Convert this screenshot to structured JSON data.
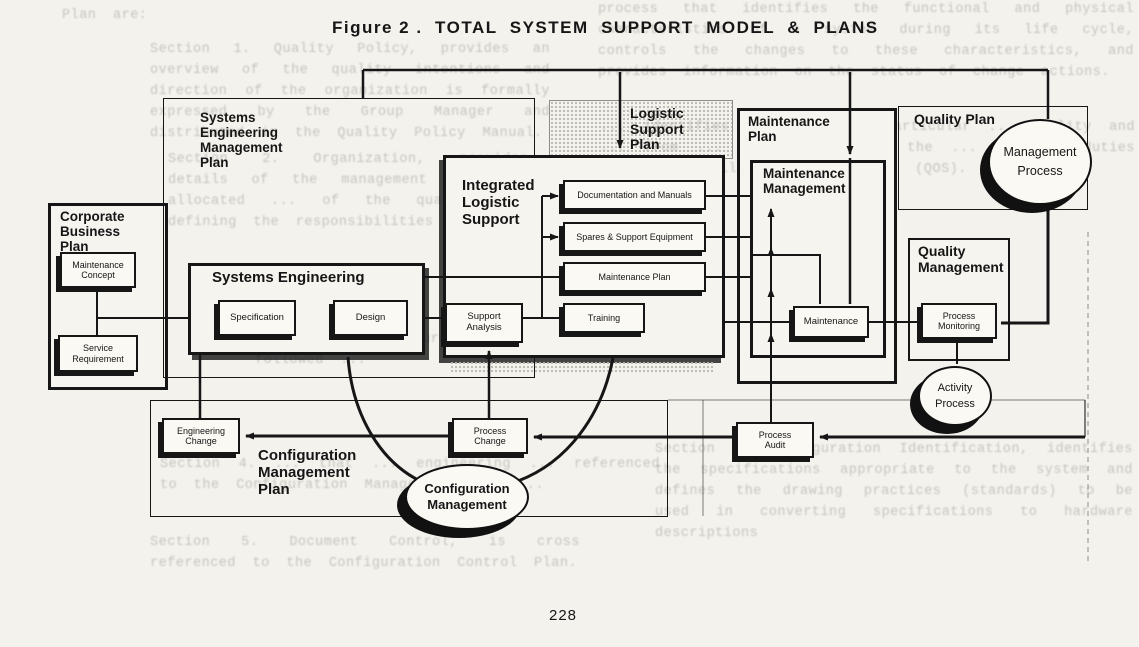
{
  "page": {
    "title": "Figure 2 .  TOTAL  SYSTEM  SUPPORT  MODEL  &  PLANS",
    "page_number": "228"
  },
  "colors": {
    "paper": "#f4f2ed",
    "ink": "#161616",
    "box_fill": "#fbf9f4",
    "halftone": "#b9b7b0"
  },
  "diagram": {
    "corporate_business_plan": {
      "label": "Corporate\nBusiness\nPlan",
      "maintenance_concept": "Maintenance Concept",
      "service_requirement": "Service Requirement"
    },
    "semp": {
      "label": "Systems\nEngineering\nManagement\nPlan"
    },
    "systems_engineering": {
      "label": "Systems Engineering",
      "specification": "Specification",
      "design": "Design"
    },
    "support_analysis": "Support\nAnalysis",
    "logistic_support_plan": {
      "label": "Logistic\nSupport\nPlan"
    },
    "ils": {
      "label": "Integrated\nLogistic\nSupport",
      "rows": [
        "Documentation and Manuals",
        "Spares & Support Equipment",
        "Maintenance Plan",
        "Training"
      ]
    },
    "maintenance_plan": {
      "label": "Maintenance\nPlan",
      "maintenance_management": "Maintenance\nManagement",
      "maintenance": "Maintenance"
    },
    "quality_plan": {
      "label": "Quality Plan",
      "management_process": "Management Process"
    },
    "quality_management": {
      "label": "Quality\nManagement",
      "process_monitoring": "Process\nMonitoring",
      "activity_process": "Activity Process"
    },
    "configuration_management_plan": {
      "label": "Configuration\nManagement\nPlan",
      "engineering_change": "Engineering\nChange",
      "process_change": "Process\nChange",
      "configuration_management": "Configuration\nManagement"
    },
    "process_audit": "Process\nAudit"
  },
  "ghost_text": {
    "left_top": "Plan are:",
    "left_upper": "Section 1.  Quality Policy, provides an overview of the quality intentions and direction of the organization is formally expressed by the Group Manager and distributed in the Quality Policy Manual.",
    "left_mid": "Section 2.  Organization, provides details of the management structure allocated ... of the quality ... defining the responsibilities ...",
    "left_lower": "... the procedures to be followed ...",
    "left_bottom1": "Section 4. ... that ... engineering ... referenced to the Configuration Management Plan ...",
    "left_bottom2": "Section 5.  Document Control, is cross referenced to the Configuration Control Plan.",
    "right_top": "process that identifies the functional and physical characteristics of a system during its life cycle, controls the changes to these characteristics, and provides information on the status of change actions.",
    "right_mid": "... identifies ... with ... particular ... quality and ... from ... are involved in the ... and the duties ... responsibilities of the ... (QOS).",
    "right_bottom": "Section 2.  Configuration Identification, identifies the specifications appropriate to the system and defines the drawing practices (standards) to be used in converting specifications to hardware descriptions"
  }
}
